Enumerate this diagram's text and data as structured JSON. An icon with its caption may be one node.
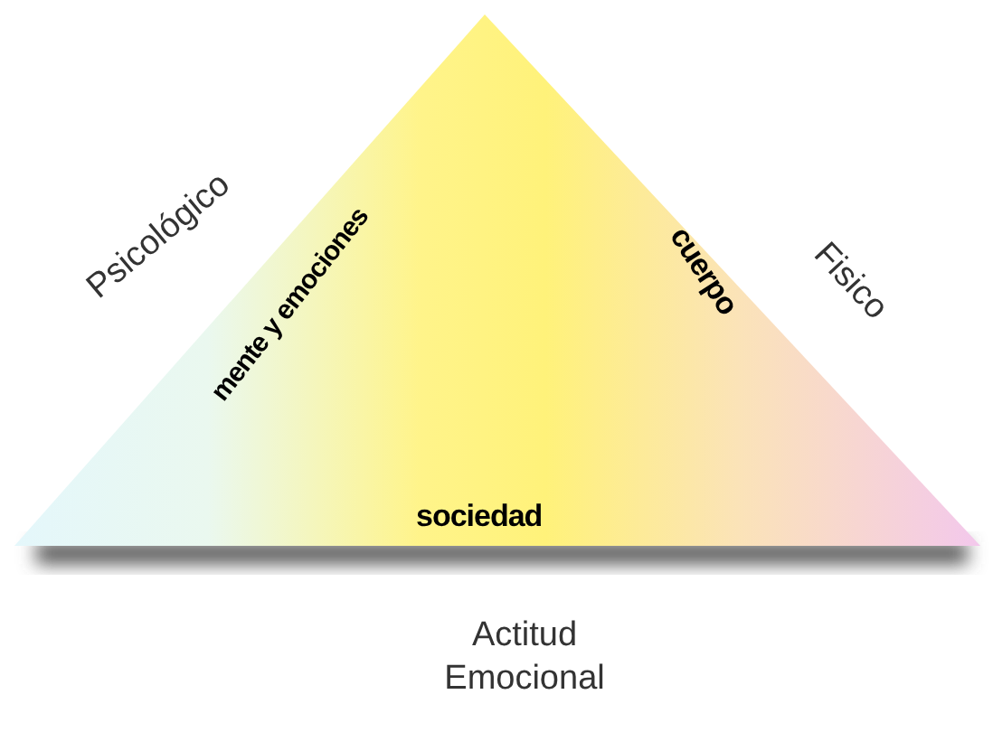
{
  "diagram": {
    "nodes": [
      {
        "text": [
          "mente y emociones",
          "cuerpo",
          "sociedad"
        ]
      }
    ],
    "edges": [],
    "labels": [
      "Psicológico",
      "Fisico",
      "Actitud Emocional"
    ]
  }
}
